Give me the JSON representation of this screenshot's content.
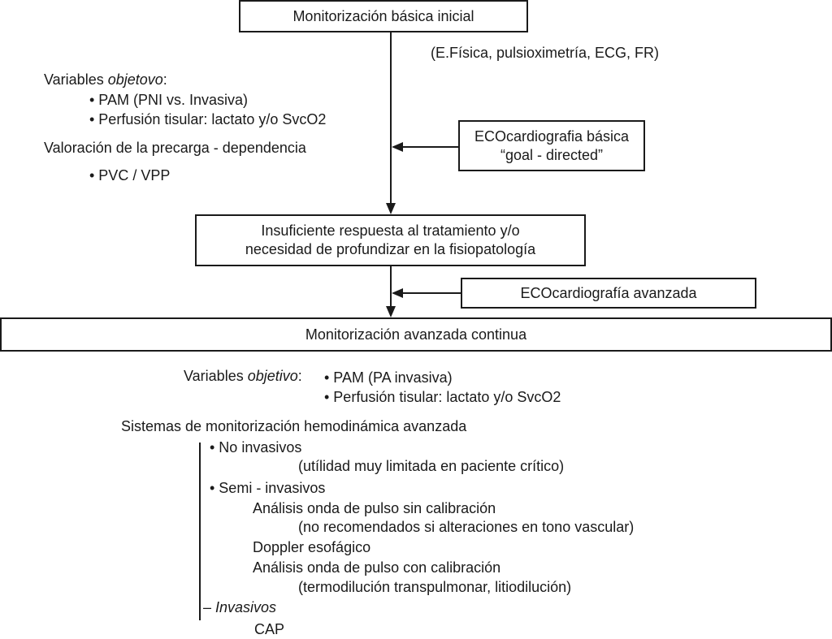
{
  "boxes": {
    "initial": "Monitorización básica inicial",
    "echo_basic_line1": "ECOcardiografia básica",
    "echo_basic_line2": "“goal - directed”",
    "insufficient_line1": "Insuficiente respuesta al tratamiento y/o",
    "insufficient_line2": "necesidad de profundizar en la fisiopatología",
    "echo_advanced": "ECOcardiografía avanzada",
    "advanced_continuous": "Monitorización avanzada continua"
  },
  "initial_detail": "(E.Física, pulsioximetría, ECG, FR)",
  "left_block": {
    "variables_prefix": "Variables ",
    "variables_italic": "objetovo",
    "variables_suffix": ":",
    "bullet_pam": "• PAM (PNI vs. Invasiva)",
    "bullet_perfusion": "• Perfusión tisular: lactato y/o SvcO2",
    "preload_title": "Valoración de la precarga - dependencia",
    "bullet_pvc": "• PVC / VPP"
  },
  "advanced_block": {
    "variables_prefix": "Variables ",
    "variables_italic": "objetivo",
    "variables_suffix": ":",
    "bullet_pam": "• PAM (PA invasiva)",
    "bullet_perfusion": "• Perfusión tisular: lactato y/o SvcO2",
    "systems_title": "Sistemas de monitorización hemodinámica avanzada",
    "non_invasive": "• No invasivos",
    "non_invasive_note": "(utílidad muy limitada en paciente crítico)",
    "semi_invasive": "• Semi - invasivos",
    "pulse_no_cal": "Análisis onda de pulso sin calibración",
    "pulse_no_cal_note": "(no recomendados si alteraciones en tono vascular)",
    "doppler": "Doppler esofágico",
    "pulse_cal": "Análisis onda de pulso con calibración",
    "pulse_cal_note": "(termodilución transpulmonar, litiodilución)",
    "invasive_dash": "– ",
    "invasive": "Invasivos",
    "cap": "CAP"
  }
}
